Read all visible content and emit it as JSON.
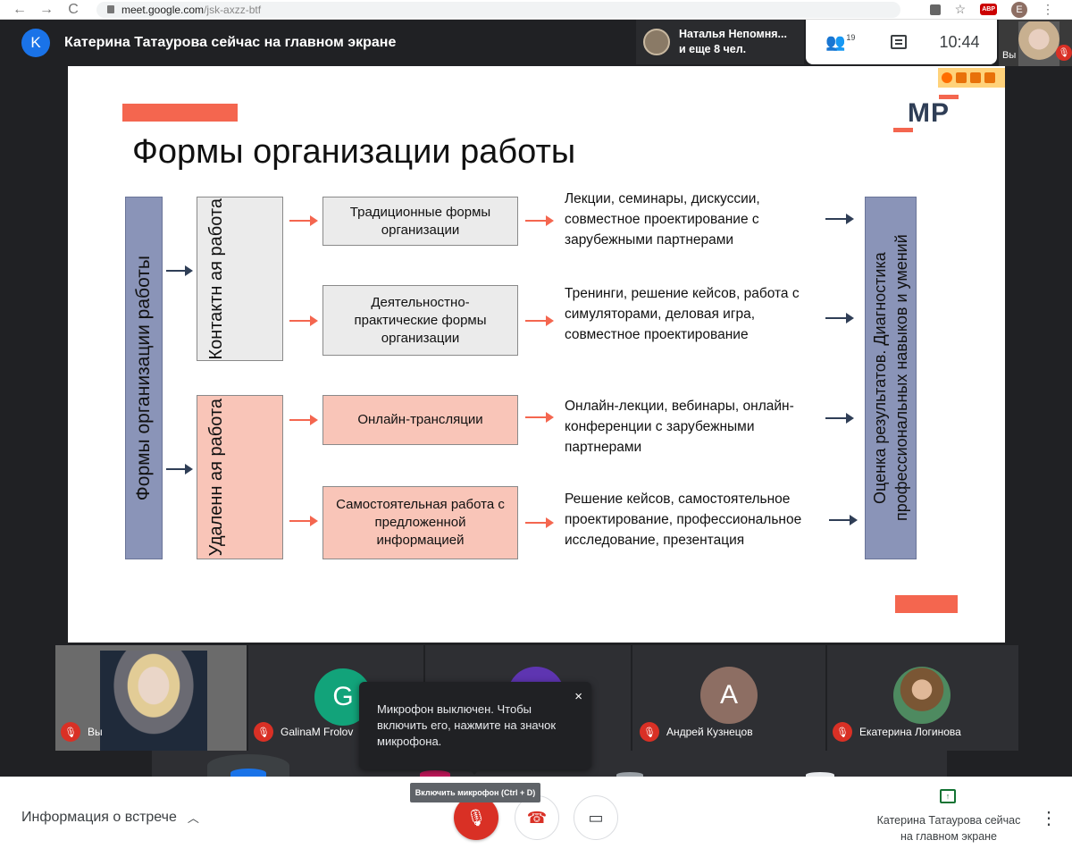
{
  "browser": {
    "url_host": "meet.google.com",
    "url_path": "/jsk-axzz-btf",
    "back_icon": "←",
    "forward_icon": "→",
    "reload_icon": "C",
    "profile_initial": "E",
    "abp_label": "ABP"
  },
  "topbar": {
    "avatar_initial": "K",
    "presenter_title": "Катерина Татаурова сейчас на главном экране",
    "participant_chip_line1": "Наталья Непомня...",
    "participant_chip_line2": "и еще 8 чел.",
    "people_count": "19",
    "time": "10:44",
    "self_label": "Вы"
  },
  "slide": {
    "title": "Формы организации работы",
    "logo": "MP",
    "left_vertical": "Формы организации работы",
    "contact": "Контактн ая работа",
    "remote": "Удаленн ая работа",
    "box_traditional": "Традиционные формы организации",
    "box_practical": "Деятельностно-практические формы организации",
    "box_online": "Онлайн-трансляции",
    "box_selfwork": "Самостоятельная работа с предложенной информацией",
    "desc1": "Лекции, семинары, дискуссии, совместное проектирование с зарубежными партнерами",
    "desc2": "Тренинги, решение кейсов, работа с симуляторами, деловая игра, совместное проектирование",
    "desc3": "Онлайн-лекции, вебинары, онлайн-конференции с зарубежными партнерами",
    "desc4": "Решение кейсов, самостоятельное проектирование, профессиональное исследование, презентация",
    "right_vertical": "Оценка результатов. Диагностика профессиональных навыков и умений"
  },
  "participants": {
    "you": "Вы",
    "galina_initial": "G",
    "galina": "GalinaM Frolov",
    "andrey_initial": "A",
    "andrey": "Андрей Кузнецов",
    "ekaterina": "Екатерина Логинова"
  },
  "tooltip": {
    "text": "Микрофон выключен. Чтобы включить его, нажмите на значок микрофона.",
    "close": "×"
  },
  "bottom": {
    "meeting_info": "Информация о встрече",
    "mic_tooltip": "Включить микрофон (Ctrl + D)",
    "presenting": "Катерина Татаурова сейчас на главном экране"
  },
  "colors": {
    "accent_red": "#d93025",
    "slide_orange": "#f4664f",
    "slide_navy": "#2f3e56",
    "galina_avatar": "#12a37a",
    "andrey_avatar": "#8d6e63",
    "purple_avatar": "#5e35b1"
  }
}
